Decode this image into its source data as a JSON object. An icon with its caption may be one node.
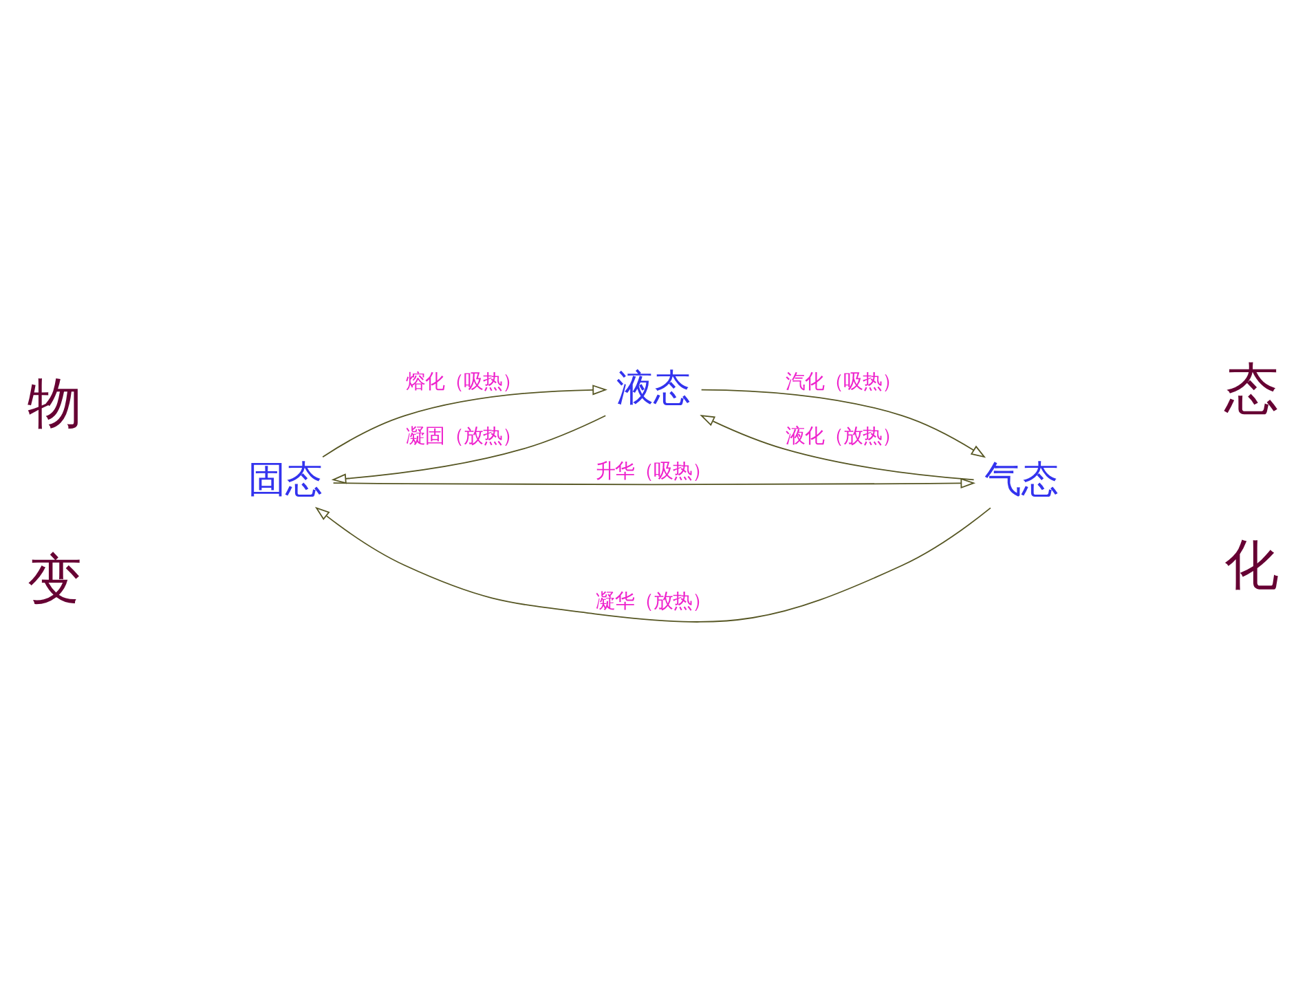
{
  "diagram": {
    "nodes": [
      {
        "text": [
          "固态"
        ]
      },
      {
        "text": [
          "液态"
        ]
      },
      {
        "text": [
          "气态"
        ]
      }
    ],
    "edges": [
      {
        "from": 2,
        "to": 0,
        "arrow": "to",
        "label": "凝华（放热）"
      },
      {
        "from": 0,
        "to": 1,
        "arrow": "to",
        "label": "熔化（吸热）"
      },
      {
        "from": 1,
        "to": 0,
        "arrow": "to",
        "label": "凝固（放热）"
      },
      {
        "from": 1,
        "to": 2,
        "arrow": "to",
        "label": "汽化（吸热）"
      },
      {
        "from": 2,
        "to": 1,
        "arrow": "to",
        "label": "液化（放热）"
      },
      {
        "from": 0,
        "to": 2,
        "arrow": "to",
        "label": "升华（吸热）"
      }
    ],
    "labels": [
      "物",
      "态",
      "变",
      "化"
    ]
  }
}
